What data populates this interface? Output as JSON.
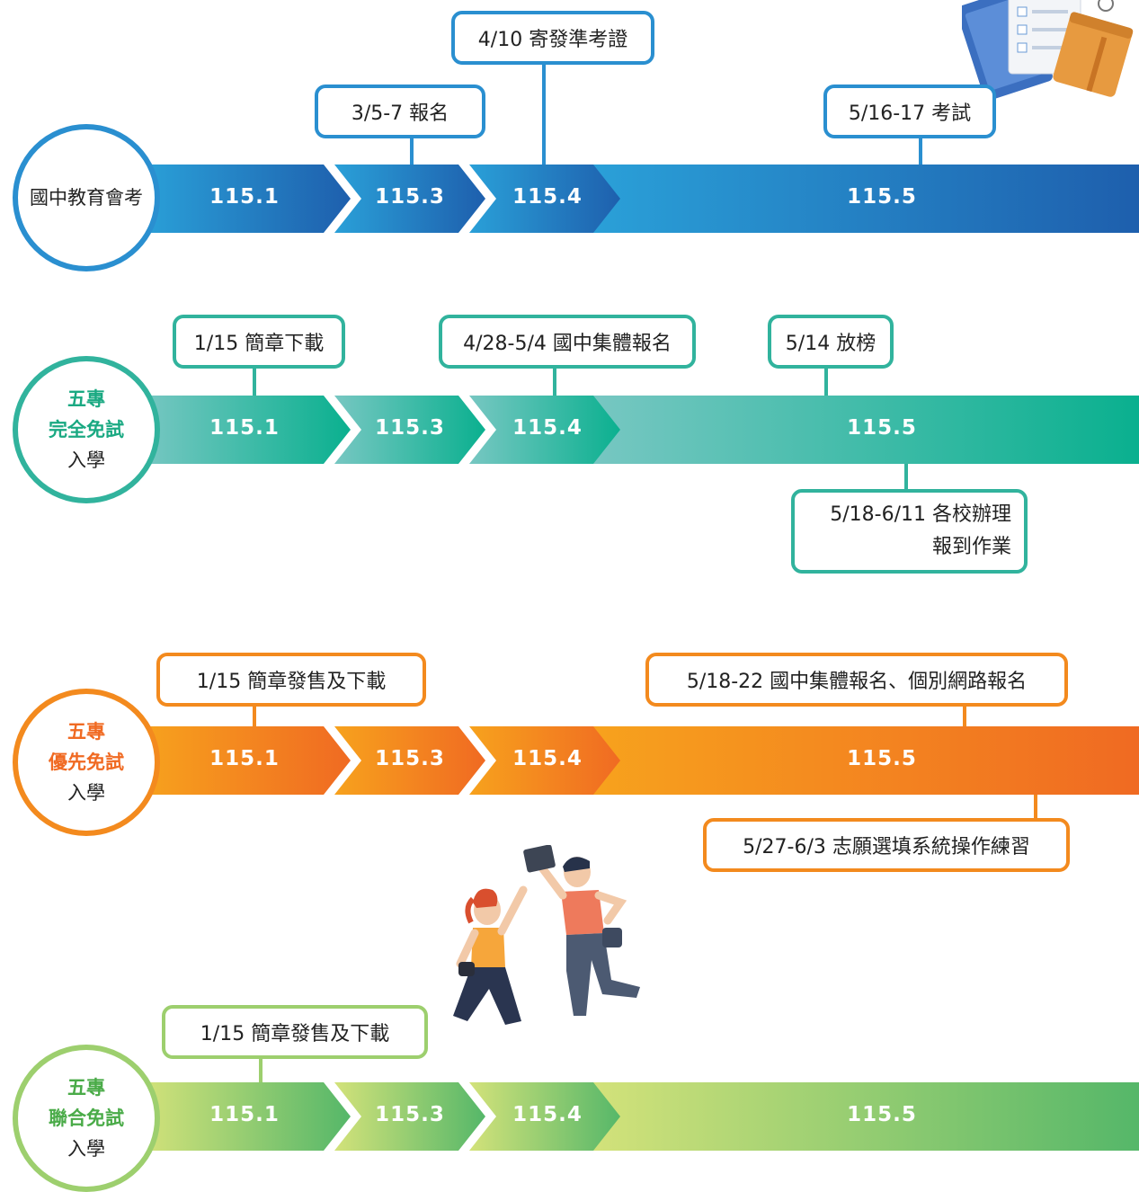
{
  "timelines": [
    {
      "title_lines": [
        "國中教育會考"
      ],
      "periods": [
        "115.1",
        "115.3",
        "115.4",
        "115.5"
      ],
      "notes": [
        "3/5-7 報名",
        "4/10 寄發準考證",
        "5/16-17 考試"
      ],
      "colors": {
        "start": "#2aa0d8",
        "end": "#1e5fad",
        "border": "#2a8fd0"
      }
    },
    {
      "title_lines": [
        "五專",
        "完全免試",
        "入學"
      ],
      "periods": [
        "115.1",
        "115.3",
        "115.4",
        "115.5"
      ],
      "notes": [
        "1/15 簡章下載",
        "4/28-5/4 國中集體報名",
        "5/14 放榜"
      ],
      "notes_below": [
        "5/18-6/11 各校辦理",
        "報到作業"
      ],
      "colors": {
        "start": "#77c7c2",
        "end": "#0ab08f",
        "border": "#31b39d",
        "title": "#1aa982"
      }
    },
    {
      "title_lines": [
        "五專",
        "優先免試",
        "入學"
      ],
      "periods": [
        "115.1",
        "115.3",
        "115.4",
        "115.5"
      ],
      "notes": [
        "1/15 簡章發售及下載",
        "5/18-22 國中集體報名、個別網路報名"
      ],
      "notes_below": [
        "5/27-6/3 志願選填系統操作練習"
      ],
      "colors": {
        "start": "#f7a21d",
        "end": "#f06a22",
        "border": "#f38a1e",
        "title": "#f06a22"
      }
    },
    {
      "title_lines": [
        "五專",
        "聯合免試",
        "入學"
      ],
      "periods": [
        "115.1",
        "115.3",
        "115.4",
        "115.5"
      ],
      "notes": [
        "1/15 簡章發售及下載"
      ],
      "colors": {
        "start": "#d3e27a",
        "end": "#55b769",
        "border": "#9dcf6e",
        "title": "#4aab48"
      }
    }
  ]
}
